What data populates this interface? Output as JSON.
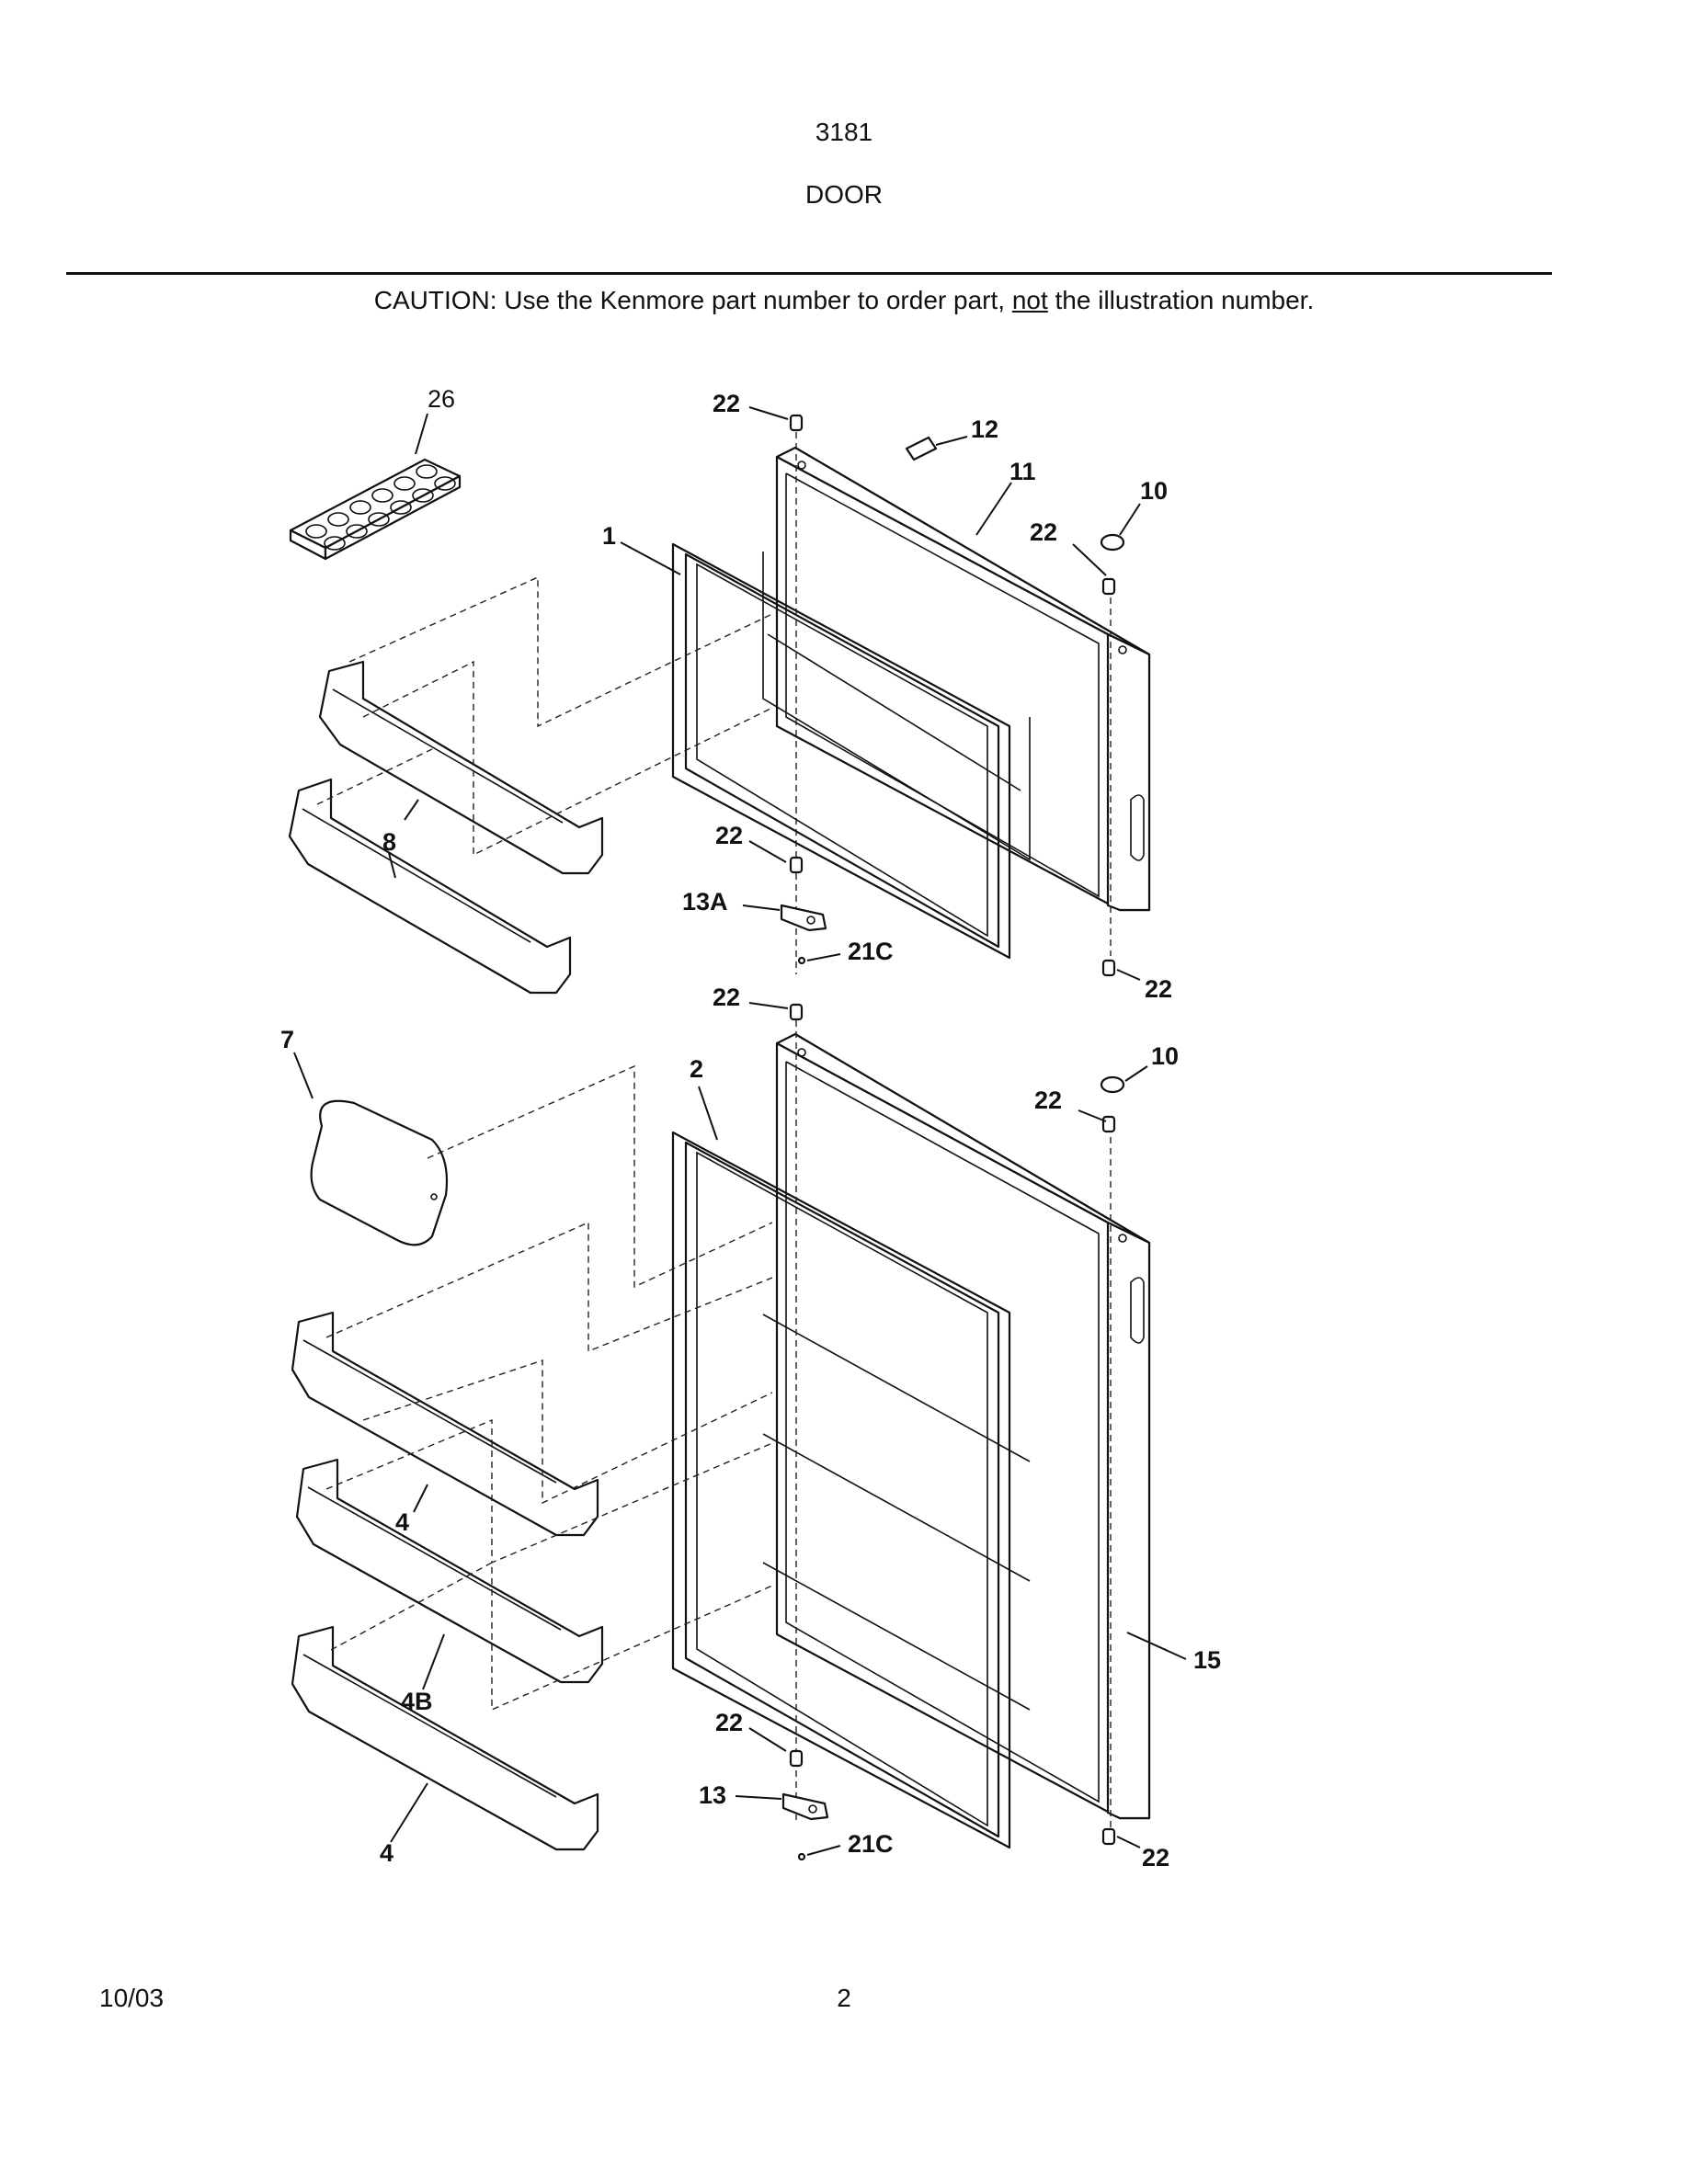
{
  "header": {
    "model": "3181",
    "section": "DOOR"
  },
  "caution": {
    "prefix": "CAUTION: Use the Kenmore part number to order part, ",
    "emphasis": "not",
    "suffix": " the illustration number."
  },
  "footer": {
    "date": "10/03",
    "page": "2"
  },
  "callouts": {
    "c26": "26",
    "c1": "1",
    "c22a": "22",
    "c12": "12",
    "c11": "11",
    "c10a": "10",
    "c22b": "22",
    "c8": "8",
    "c22c": "22",
    "c13a": "13A",
    "c21ca": "21C",
    "c22d": "22",
    "c22e": "22",
    "c7": "7",
    "c2": "2",
    "c10b": "10",
    "c22f": "22",
    "c4a": "4",
    "c4b": "4B",
    "c15": "15",
    "c22g": "22",
    "c13": "13",
    "c21cb": "21C",
    "c22h": "22",
    "c4c": "4"
  }
}
